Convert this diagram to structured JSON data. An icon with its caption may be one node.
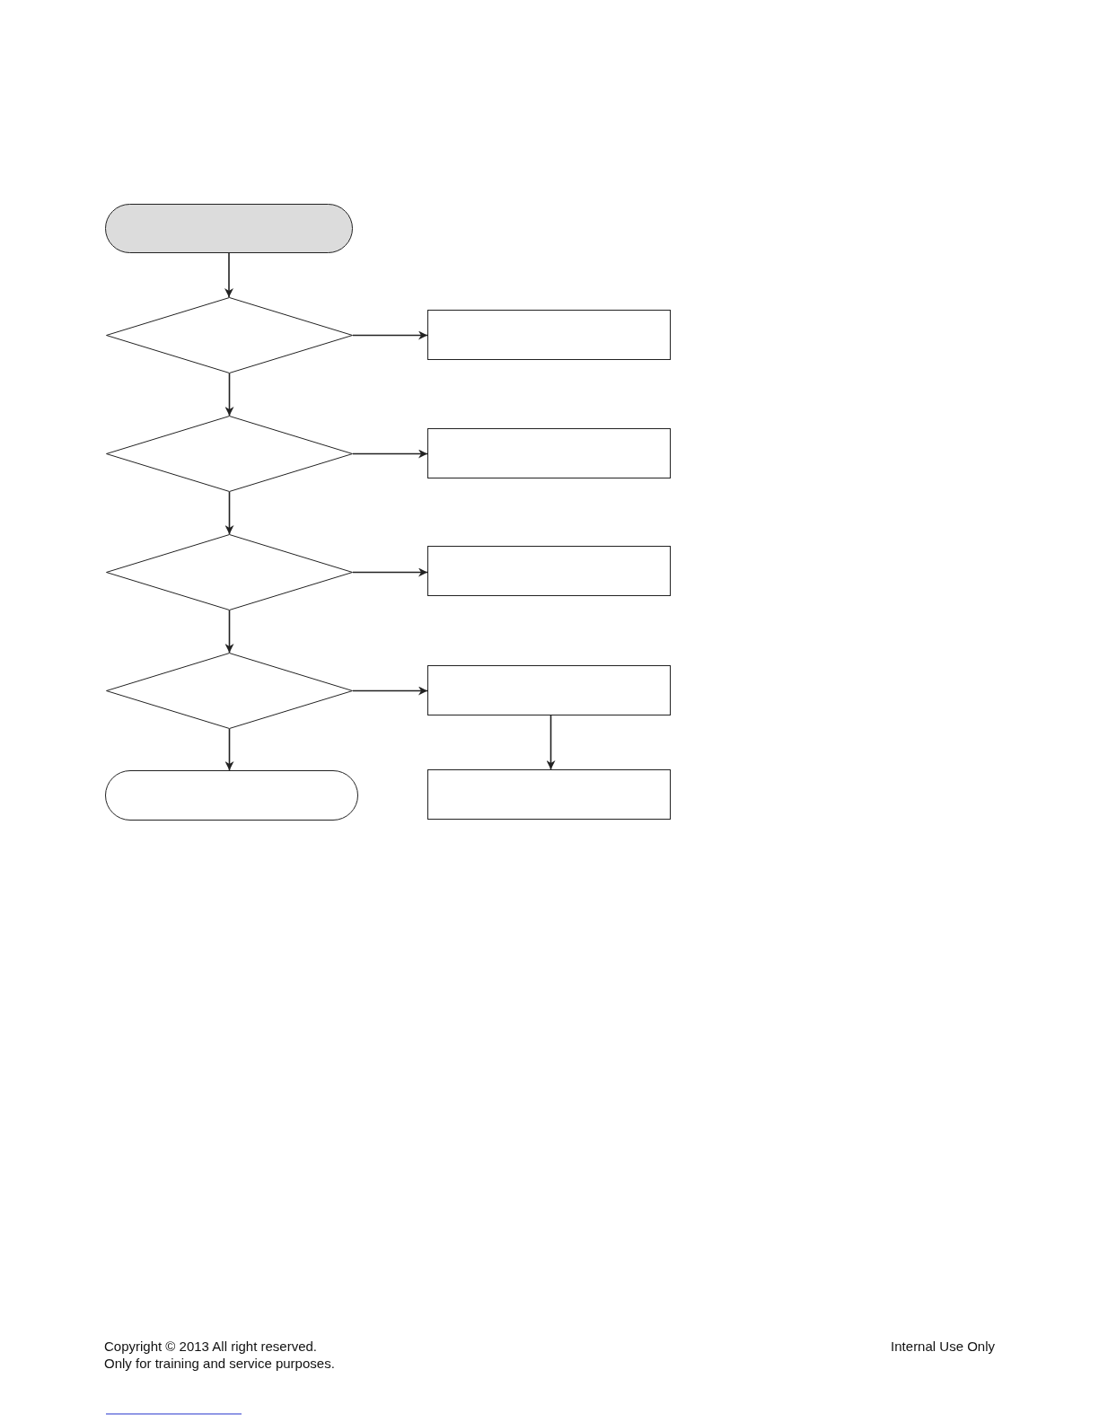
{
  "diagram": {
    "nodes": [
      {
        "text": [],
        "shape": "pill"
      },
      {
        "text": [],
        "shape": "diamond"
      },
      {
        "text": [],
        "shape": "box"
      },
      {
        "text": [],
        "shape": "diamond"
      },
      {
        "text": [],
        "shape": "box"
      },
      {
        "text": [],
        "shape": "diamond"
      },
      {
        "text": [],
        "shape": "box"
      },
      {
        "text": [],
        "shape": "diamond"
      },
      {
        "text": [],
        "shape": "box"
      },
      {
        "text": [],
        "shape": "pill"
      },
      {
        "text": [],
        "shape": "box"
      }
    ],
    "edges": [
      {
        "from": 0,
        "to": 1,
        "arrow": "to"
      },
      {
        "from": 1,
        "to": 2,
        "arrow": "to"
      },
      {
        "from": 1,
        "to": 3,
        "arrow": "to"
      },
      {
        "from": 3,
        "to": 4,
        "arrow": "to"
      },
      {
        "from": 3,
        "to": 5,
        "arrow": "to"
      },
      {
        "from": 5,
        "to": 6,
        "arrow": "to"
      },
      {
        "from": 5,
        "to": 7,
        "arrow": "to"
      },
      {
        "from": 7,
        "to": 8,
        "arrow": "to"
      },
      {
        "from": 7,
        "to": 9,
        "arrow": "to"
      },
      {
        "from": 8,
        "to": 10,
        "arrow": "to"
      }
    ],
    "labels": [
      "Copyright © 2013 All right reserved.",
      "Only for training and service purposes.",
      "Internal Use Only"
    ]
  }
}
